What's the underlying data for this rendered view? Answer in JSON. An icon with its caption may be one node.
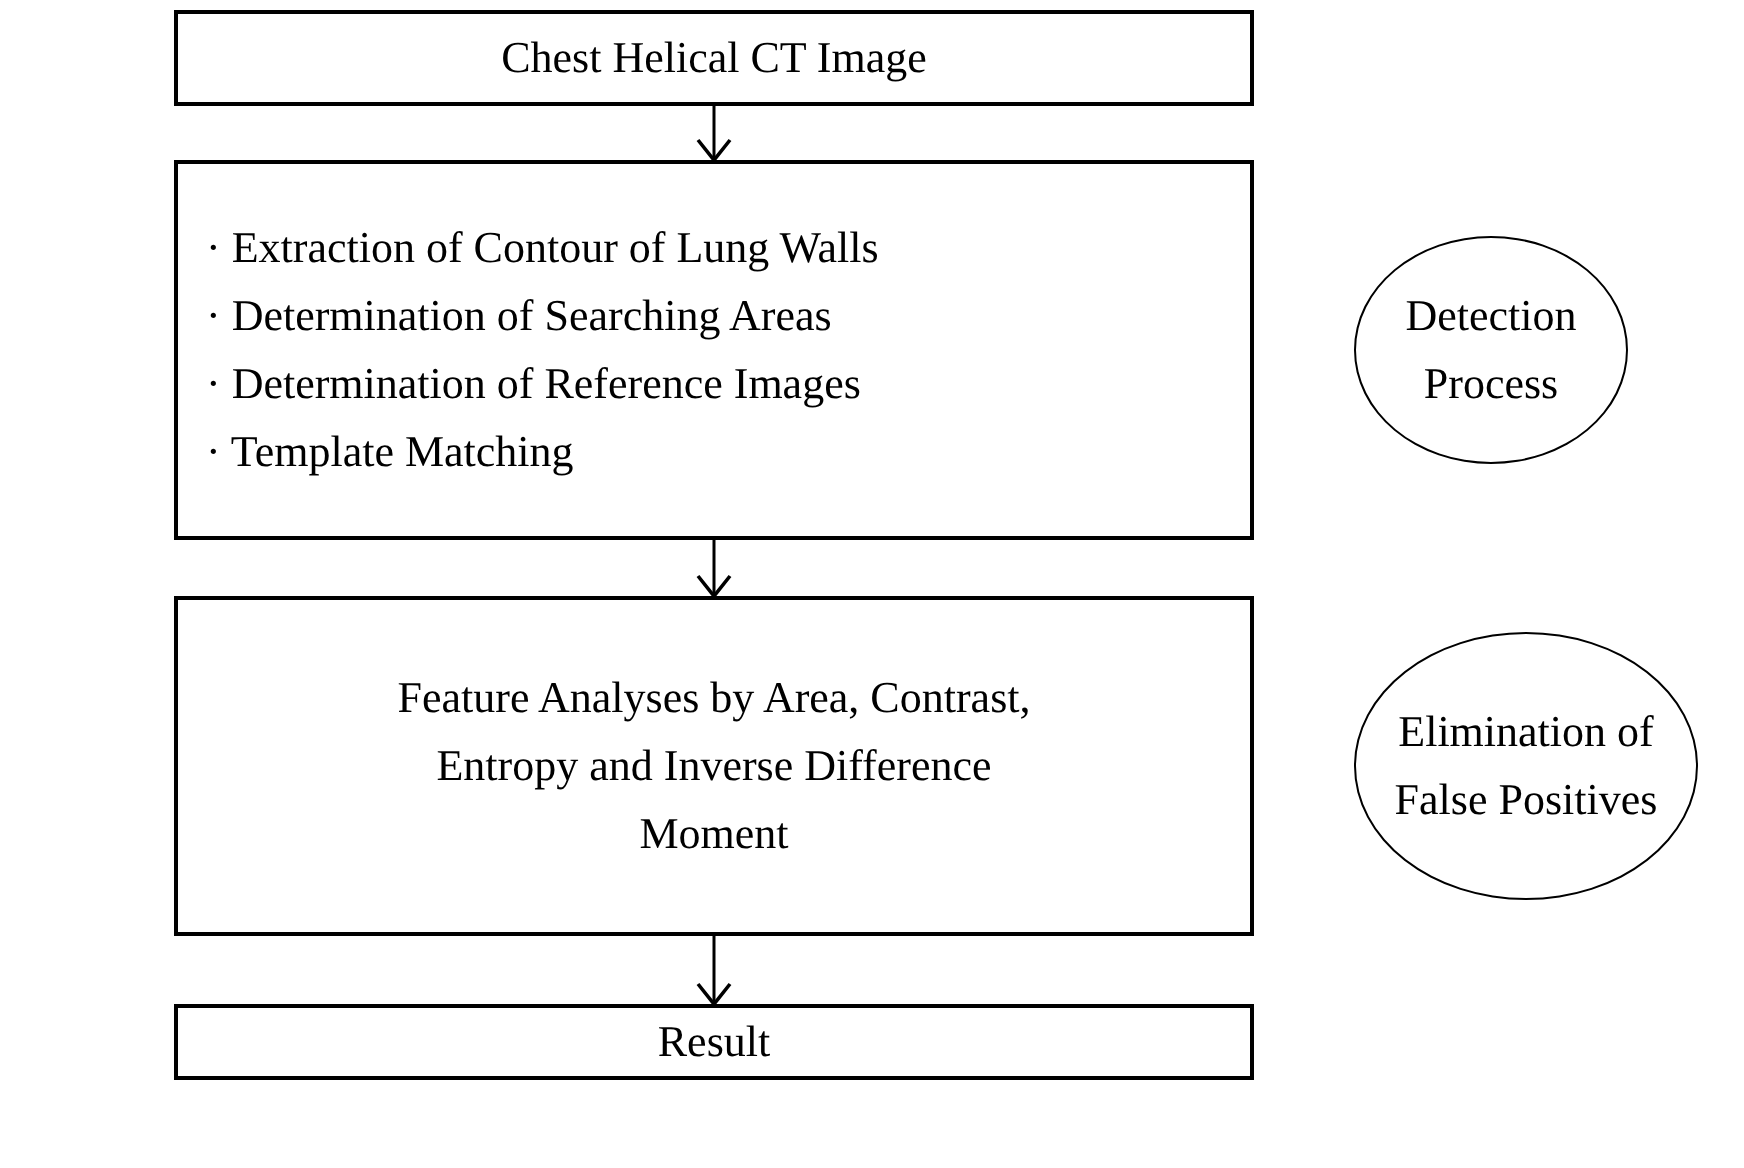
{
  "diagram": {
    "nodes": [
      {
        "text": [
          "Chest Helical CT Image"
        ]
      },
      {
        "text": [
          "· Extraction of Contour of Lung Walls",
          "· Determination of Searching Areas",
          "· Determination of Reference Images",
          "· Template Matching"
        ]
      },
      {
        "text": [
          "Feature Analyses by Area, Contrast, Entropy and Inverse Difference Moment"
        ]
      },
      {
        "text": [
          "Result"
        ]
      },
      {
        "text": [
          "Detection Process"
        ]
      },
      {
        "text": [
          "Elimination of False Positives"
        ]
      }
    ],
    "edges": [
      {
        "from": 0,
        "to": 1,
        "arrow": "to"
      },
      {
        "from": 1,
        "to": 2,
        "arrow": "to"
      },
      {
        "from": 2,
        "to": 3,
        "arrow": "to"
      }
    ]
  }
}
